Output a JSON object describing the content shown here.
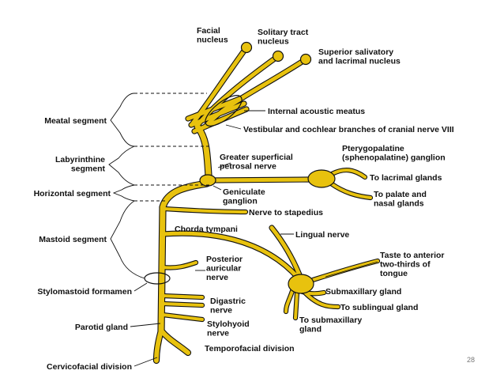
{
  "colors": {
    "nerve": "#e8c20e",
    "nerve_outline": "#111111",
    "text": "#111111",
    "page_number": "#777777"
  },
  "labels": {
    "facial_nucleus": [
      "Facial",
      "nucleus"
    ],
    "solitary_tract_nucleus": [
      "Solitary tract",
      "nucleus"
    ],
    "superior_salivatory": [
      "Superior salivatory",
      "and lacrimal nucleus"
    ],
    "internal_acoustic_meatus": [
      "Internal acoustic meatus"
    ],
    "vestibular_cochlear": [
      "Vestibular and cochlear branches of cranial nerve VIII"
    ],
    "greater_superficial_petrosal": [
      "Greater superficial",
      "petrosal nerve"
    ],
    "pterygopalatine": [
      "Pterygopalatine",
      "(sphenopalatine) ganglion"
    ],
    "lacrimal_glands": [
      "To lacrimal glands"
    ],
    "palate_nasal": [
      "To palate and",
      "nasal glands"
    ],
    "geniculate": [
      "Geniculate",
      "ganglion"
    ],
    "stapedius": [
      "Nerve to stapedius"
    ],
    "chorda_tympani": [
      "Chorda tympani"
    ],
    "lingual_nerve": [
      "Lingual nerve"
    ],
    "taste": [
      "Taste to anterior",
      "two-thirds of",
      "tongue"
    ],
    "posterior_auricular": [
      "Posterior",
      "auricular",
      "nerve"
    ],
    "digastric": [
      "Digastric",
      "nerve"
    ],
    "stylohyoid": [
      "Stylohyoid",
      "nerve"
    ],
    "submaxillary_gland": [
      "Submaxillary gland"
    ],
    "sublingual_gland": [
      "To sublingual gland"
    ],
    "to_submaxillary": [
      "To submaxillary",
      "gland"
    ],
    "temporofacial": [
      "Temporofacial division"
    ]
  },
  "segments": {
    "meatal": [
      "Meatal segment"
    ],
    "labyrinthine": [
      "Labyrinthine",
      "segment"
    ],
    "horizontal": [
      "Horizontal segment"
    ],
    "mastoid": [
      "Mastoid segment"
    ],
    "stylomastoid": [
      "Stylomastoid formamen"
    ],
    "parotid": [
      "Parotid gland"
    ],
    "cervicofacial": [
      "Cervicofacial division"
    ]
  },
  "page_number": "28"
}
